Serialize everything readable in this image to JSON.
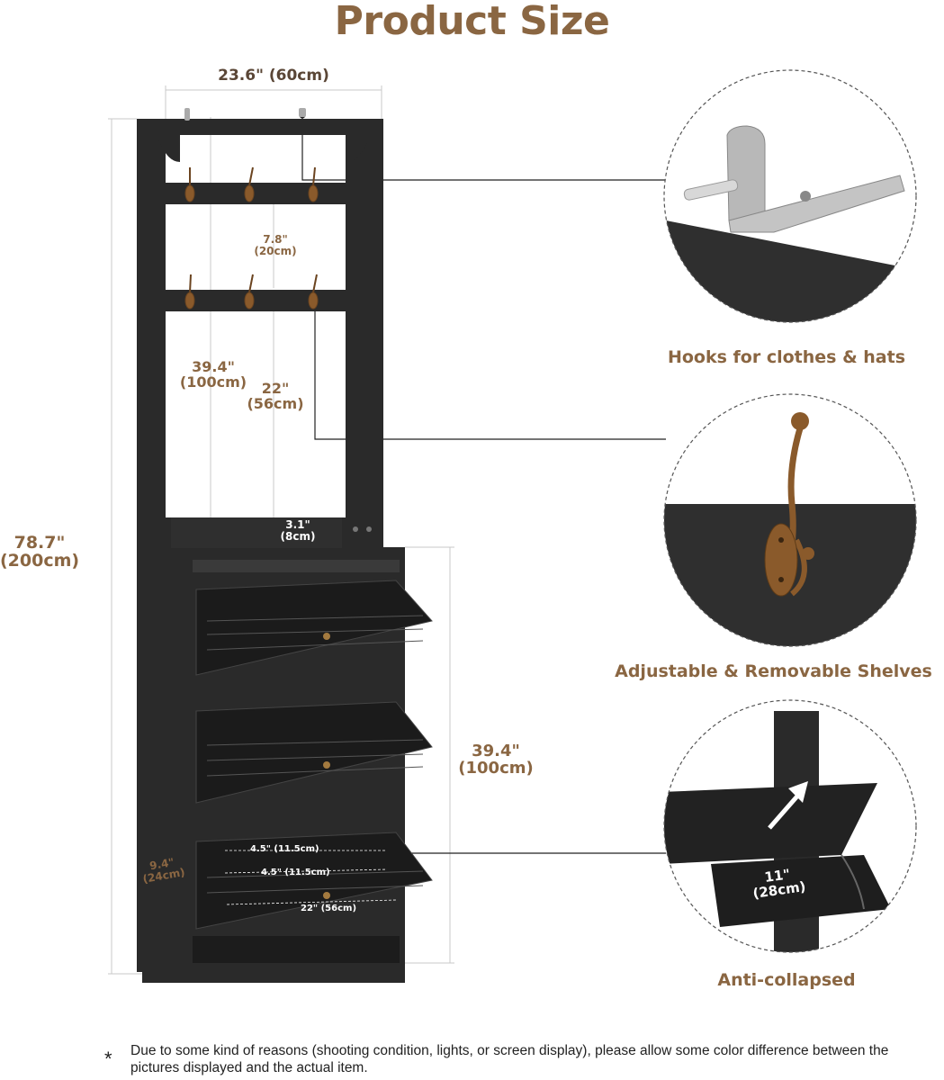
{
  "title": "Product Size",
  "dimensions": {
    "width": "23.6\" (60cm)",
    "height_in": "78.7\"",
    "height_cm": "(200cm)",
    "hook_gap_in": "7.8\"",
    "hook_gap_cm": "(20cm)",
    "upper_in": "39.4\"",
    "upper_cm": "(100cm)",
    "hook_drop_in": "22\"",
    "hook_drop_cm": "(56cm)",
    "rail_in": "3.1\"",
    "rail_cm": "(8cm)",
    "cabinet_in": "39.4\"",
    "cabinet_cm": "(100cm)",
    "depth_in": "9.4\"",
    "depth_cm": "(24cm)",
    "slot_a": "4.5\" (11.5cm)",
    "slot_b": "4.5\" (11.5cm)",
    "drawer_width": "22\" (56cm)",
    "flip_in": "11\"",
    "flip_cm": "(28cm)"
  },
  "features": [
    {
      "caption": "Hooks for clothes & hats",
      "icon": "wall-anchor-bracket-icon"
    },
    {
      "caption": "Adjustable & Removable Shelves",
      "icon": "double-hook-icon"
    },
    {
      "caption": "Anti-collapsed",
      "icon": "flip-drawer-icon"
    }
  ],
  "footnote": {
    "marker": "*",
    "text": "Due to some kind of reasons (shooting condition, lights, or screen display), please allow some color difference between the pictures displayed and the actual item."
  },
  "colors": {
    "accent": "#8a6642",
    "furniture": "#2a2a2a",
    "hook": "#8a5a2b"
  }
}
